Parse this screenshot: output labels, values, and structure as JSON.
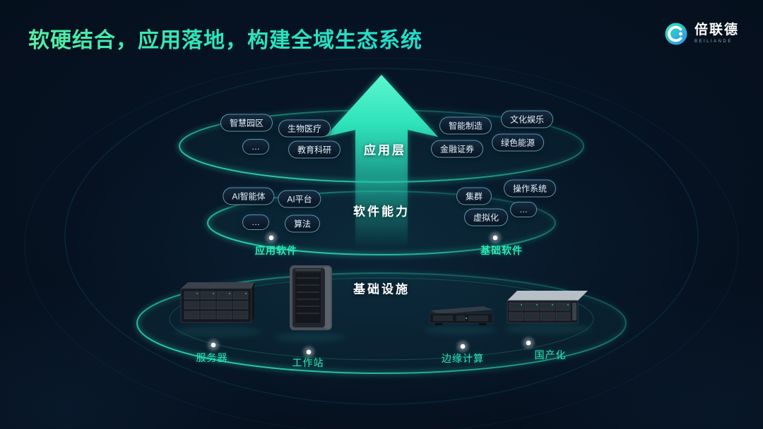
{
  "slide": {
    "title": "软硬结合，应用落地，构建全域生态系统",
    "logo": {
      "name": "倍联德",
      "subtitle": "BEILIANDE"
    }
  },
  "colors": {
    "accent_teal": "#2CE8BC",
    "title_green": "#45EBA4",
    "background": "#04101C",
    "pill_border": "#8CD7EB"
  },
  "app_layer": {
    "label": "应用层",
    "pills_left": [
      "智慧园区",
      "生物医疗",
      "…",
      "教育科研"
    ],
    "pills_right": [
      "智能制造",
      "文化娱乐",
      "金融证券",
      "绿色能源"
    ]
  },
  "software_layer": {
    "label": "软件能力",
    "pills_left": [
      "AI智能体",
      "AI平台",
      "…",
      "算法"
    ],
    "pills_right": [
      "集群",
      "操作系统",
      "虚拟化",
      "…"
    ],
    "groups": {
      "left": "应用软件",
      "right": "基础软件"
    }
  },
  "infra_layer": {
    "label": "基础设施",
    "items": [
      "服务器",
      "工作站",
      "边缘计算",
      "国产化"
    ]
  }
}
